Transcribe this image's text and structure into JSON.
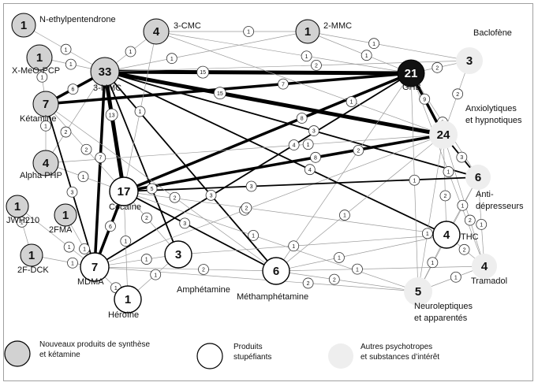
{
  "nodes": [
    {
      "id": "n-ethylpentendrone",
      "count": "1",
      "label": "N-ethylpentendrone",
      "group": "nps"
    },
    {
      "id": "3-cmc",
      "count": "4",
      "label": "3-CMC",
      "group": "nps"
    },
    {
      "id": "2-mmc",
      "count": "1",
      "label": "2-MMC",
      "group": "nps"
    },
    {
      "id": "baclofene",
      "count": "3",
      "label": "Baclofène",
      "group": "other"
    },
    {
      "id": "x-meo-pcp",
      "count": "1",
      "label": "X-MeO-PCP",
      "group": "nps"
    },
    {
      "id": "3-mmc",
      "count": "33",
      "label": "3-MMC",
      "group": "nps"
    },
    {
      "id": "ghb",
      "count": "21",
      "label": "GHB",
      "group": "ghb"
    },
    {
      "id": "ketamine",
      "count": "7",
      "label": "Kétamine",
      "group": "nps"
    },
    {
      "id": "anxiolytiques",
      "count": "24",
      "label": "Anxiolytiques\net hypnotiques",
      "group": "other"
    },
    {
      "id": "alpha-php",
      "count": "4",
      "label": "Alpha PHP",
      "group": "nps"
    },
    {
      "id": "antidepresseurs",
      "count": "6",
      "label": "Anti-\ndépresseurs",
      "group": "other"
    },
    {
      "id": "cocaine",
      "count": "17",
      "label": "Cocaïne",
      "group": "stup"
    },
    {
      "id": "jwh210",
      "count": "1",
      "label": "JWH210",
      "group": "nps"
    },
    {
      "id": "2fma",
      "count": "1",
      "label": "2FMA",
      "group": "nps"
    },
    {
      "id": "2f-dck",
      "count": "1",
      "label": "2F-DCK",
      "group": "nps"
    },
    {
      "id": "thc",
      "count": "4",
      "label": "THC",
      "group": "stup"
    },
    {
      "id": "amphetamine",
      "count": "3",
      "label": "Amphétamine",
      "group": "stup"
    },
    {
      "id": "mdma",
      "count": "7",
      "label": "MDMA",
      "group": "stup"
    },
    {
      "id": "tramadol",
      "count": "4",
      "label": "Tramadol",
      "group": "other"
    },
    {
      "id": "methamphetamine",
      "count": "6",
      "label": "Méthamphétamine",
      "group": "stup"
    },
    {
      "id": "heroine",
      "count": "1",
      "label": "Héroïne",
      "group": "stup"
    },
    {
      "id": "neuroleptiques",
      "count": "5",
      "label": "Neuroleptiques\net apparentés",
      "group": "other"
    }
  ],
  "edges": [
    {
      "from": "3-mmc",
      "to": "ghb",
      "weight": "15"
    },
    {
      "from": "3-mmc",
      "to": "anxiolytiques",
      "weight": "15"
    },
    {
      "from": "3-mmc",
      "to": "cocaine",
      "weight": "13"
    },
    {
      "from": "ghb",
      "to": "cocaine",
      "weight": "8"
    },
    {
      "from": "anxiolytiques",
      "to": "cocaine",
      "weight": "8"
    },
    {
      "from": "ghb",
      "to": "anxiolytiques",
      "weight": "9"
    },
    {
      "from": "3-mmc",
      "to": "mdma",
      "weight": "7"
    },
    {
      "from": "cocaine",
      "to": "mdma",
      "weight": "6"
    },
    {
      "from": "3-mmc",
      "to": "n-ethylpentendrone",
      "weight": "1"
    },
    {
      "from": "3-mmc",
      "to": "3-cmc",
      "weight": "1"
    },
    {
      "from": "3-mmc",
      "to": "x-meo-pcp",
      "weight": "1"
    },
    {
      "from": "3-mmc",
      "to": "ketamine",
      "weight": "6"
    },
    {
      "from": "3-mmc",
      "to": "antidepresseurs",
      "weight": "3"
    },
    {
      "from": "3-mmc",
      "to": "baclofene",
      "weight": "2"
    },
    {
      "from": "3-mmc",
      "to": "thc",
      "weight": "4"
    },
    {
      "from": "3-mmc",
      "to": "methamphetamine",
      "weight": "3"
    },
    {
      "from": "3-mmc",
      "to": "amphetamine",
      "weight": "5"
    },
    {
      "from": "3-mmc",
      "to": "alpha-php",
      "weight": "2"
    },
    {
      "from": "3-mmc",
      "to": "2-mmc",
      "weight": "1"
    },
    {
      "from": "ghb",
      "to": "ketamine",
      "weight": "7"
    },
    {
      "from": "ghb",
      "to": "mdma",
      "weight": "4"
    },
    {
      "from": "ghb",
      "to": "methamphetamine",
      "weight": "2"
    },
    {
      "from": "ghb",
      "to": "3-cmc",
      "weight": "1"
    },
    {
      "from": "ghb",
      "to": "2-mmc",
      "weight": "1"
    },
    {
      "from": "ghb",
      "to": "baclofene",
      "weight": "2"
    },
    {
      "from": "ghb",
      "to": "antidepresseurs",
      "weight": "2"
    },
    {
      "from": "ghb",
      "to": "neuroleptiques",
      "weight": "1"
    },
    {
      "from": "ghb",
      "to": "tramadol",
      "weight": "1"
    },
    {
      "from": "anxiolytiques",
      "to": "antidepresseurs",
      "weight": "3"
    },
    {
      "from": "anxiolytiques",
      "to": "baclofene",
      "weight": "2"
    },
    {
      "from": "anxiolytiques",
      "to": "mdma",
      "weight": "2"
    },
    {
      "from": "anxiolytiques",
      "to": "methamphetamine",
      "weight": "1"
    },
    {
      "from": "anxiolytiques",
      "to": "thc",
      "weight": "2"
    },
    {
      "from": "anxiolytiques",
      "to": "neuroleptiques",
      "weight": "1"
    },
    {
      "from": "anxiolytiques",
      "to": "tramadol",
      "weight": "2"
    },
    {
      "from": "anxiolytiques",
      "to": "3-cmc",
      "weight": "1"
    },
    {
      "from": "anxiolytiques",
      "to": "alpha-php",
      "weight": "1"
    },
    {
      "from": "cocaine",
      "to": "antidepresseurs",
      "weight": "3"
    },
    {
      "from": "cocaine",
      "to": "thc",
      "weight": "2"
    },
    {
      "from": "cocaine",
      "to": "methamphetamine",
      "weight": "3"
    },
    {
      "from": "cocaine",
      "to": "amphetamine",
      "weight": "2"
    },
    {
      "from": "cocaine",
      "to": "neuroleptiques",
      "weight": "1"
    },
    {
      "from": "cocaine",
      "to": "heroine",
      "weight": "1"
    },
    {
      "from": "cocaine",
      "to": "ketamine",
      "weight": "2"
    },
    {
      "from": "cocaine",
      "to": "3-cmc",
      "weight": "1"
    },
    {
      "from": "cocaine",
      "to": "alpha-php",
      "weight": "1"
    },
    {
      "from": "ketamine",
      "to": "mdma",
      "weight": "3"
    },
    {
      "from": "ketamine",
      "to": "methamphetamine",
      "weight": "2"
    },
    {
      "from": "ketamine",
      "to": "x-meo-pcp",
      "weight": "1"
    },
    {
      "from": "mdma",
      "to": "methamphetamine",
      "weight": "2"
    },
    {
      "from": "mdma",
      "to": "amphetamine",
      "weight": "1"
    },
    {
      "from": "mdma",
      "to": "heroine",
      "weight": "1"
    },
    {
      "from": "mdma",
      "to": "neuroleptiques",
      "weight": "2"
    },
    {
      "from": "mdma",
      "to": "jwh210",
      "weight": "1"
    },
    {
      "from": "mdma",
      "to": "2f-dck",
      "weight": "1"
    },
    {
      "from": "methamphetamine",
      "to": "thc",
      "weight": "1"
    },
    {
      "from": "methamphetamine",
      "to": "tramadol",
      "weight": "1"
    },
    {
      "from": "methamphetamine",
      "to": "neuroleptiques",
      "weight": "2"
    },
    {
      "from": "amphetamine",
      "to": "thc",
      "weight": "1"
    },
    {
      "from": "amphetamine",
      "to": "heroine",
      "weight": "1"
    },
    {
      "from": "thc",
      "to": "tramadol",
      "weight": "2"
    },
    {
      "from": "thc",
      "to": "neuroleptiques",
      "weight": "1"
    },
    {
      "from": "thc",
      "to": "antidepresseurs",
      "weight": "1"
    },
    {
      "from": "antidepresseurs",
      "to": "tramadol",
      "weight": "1"
    },
    {
      "from": "antidepresseurs",
      "to": "neuroleptiques",
      "weight": "1"
    },
    {
      "from": "neuroleptiques",
      "to": "tramadol",
      "weight": "1"
    },
    {
      "from": "baclofene",
      "to": "2-mmc",
      "weight": "1"
    },
    {
      "from": "3-cmc",
      "to": "2-mmc",
      "weight": "1"
    },
    {
      "from": "alpha-php",
      "to": "ketamine",
      "weight": "1"
    },
    {
      "from": "2fma",
      "to": "mdma",
      "weight": "1"
    },
    {
      "from": "jwh210",
      "to": "2f-dck",
      "weight": "1"
    }
  ],
  "legend": [
    {
      "id": "nps",
      "text": "Nouveaux produits de synthèse\net kétamine"
    },
    {
      "id": "stup",
      "text": "Produits\nstupéfiants"
    },
    {
      "id": "other",
      "text": "Autres psychotropes\net substances d’intérêt"
    }
  ],
  "colors": {
    "nps": "#d2d2d2",
    "stup": "#ffffff",
    "other": "#eeeeee",
    "ghb": "#111111",
    "edge": "#9a9a9a",
    "edge_bold": "#000000"
  }
}
